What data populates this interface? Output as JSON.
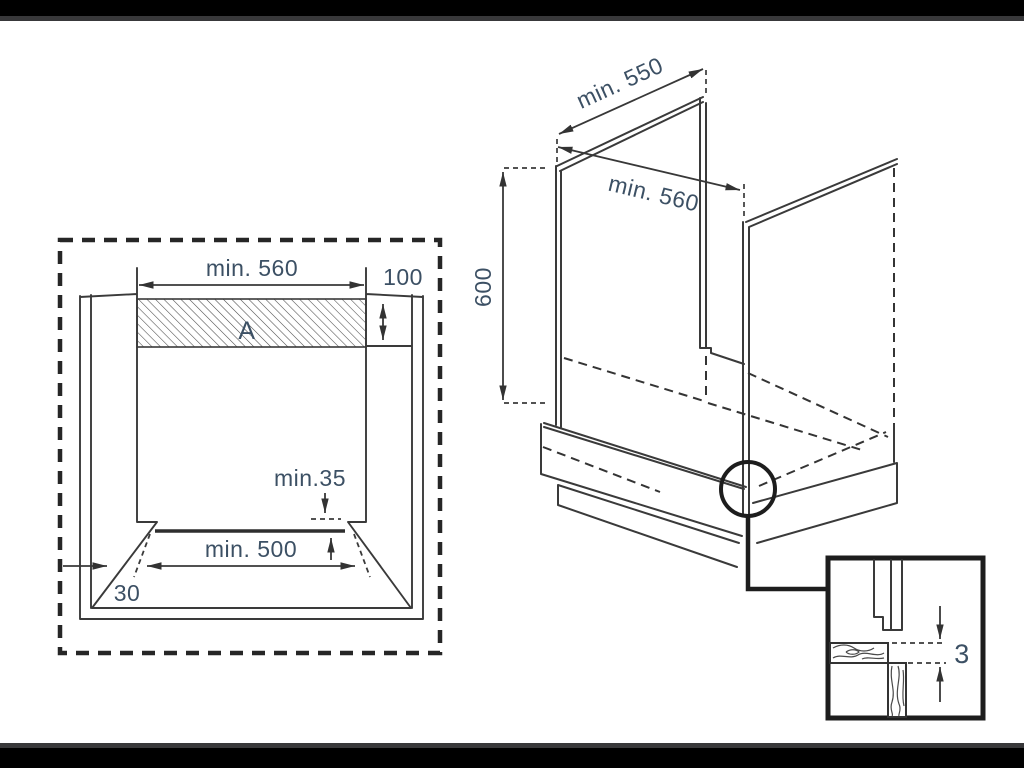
{
  "front_view": {
    "niche_width_label": "min. 560",
    "vent_height_label": "100",
    "vent_area_label": "A",
    "rear_gap_label": "min.35",
    "plinth_opening_label": "min. 500",
    "plinth_inset_label": "30"
  },
  "iso_view": {
    "depth_label": "min. 550",
    "width_label": "min. 560",
    "height_label": "600"
  },
  "detail_view": {
    "gap_label": "3"
  },
  "colors": {
    "label": "#3c5064",
    "line": "#3a3a3a",
    "frame": "#000000"
  }
}
